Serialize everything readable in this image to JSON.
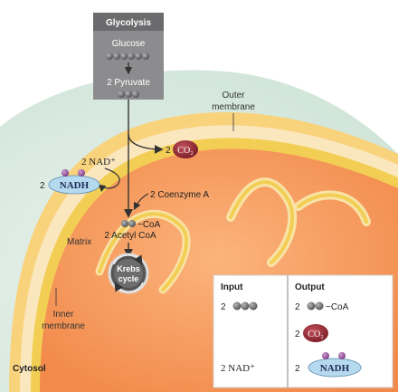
{
  "glycolysis": {
    "title": "Glycolysis",
    "glucose": "Glucose",
    "pyruvate": "2 Pyruvate"
  },
  "labels": {
    "outer_membrane_1": "Outer",
    "outer_membrane_2": "membrane",
    "co2_prefix": "2",
    "co2_symbol": "CO₂",
    "nad_plus": "2 NAD⁺",
    "nadh_prefix": "2",
    "nadh": "NADH",
    "coenzyme_a": "2 Coenzyme A",
    "coa": "~CoA",
    "acetyl_coa": "2 Acetyl CoA",
    "matrix": "Matrix",
    "krebs_1": "Krebs",
    "krebs_2": "cycle",
    "inner_membrane_1": "Inner",
    "inner_membrane_2": "membrane",
    "cytosol": "Cytosol"
  },
  "summary_table": {
    "input_header": "Input",
    "output_header": "Output",
    "input_pyruvate_prefix": "2",
    "input_nad": "2 NAD⁺",
    "output_coa_prefix": "2",
    "output_coa": "~CoA",
    "output_co2_prefix": "2",
    "output_co2": "CO₂",
    "output_nadh_prefix": "2",
    "output_nadh": "NADH"
  },
  "colors": {
    "glycolysis_box": "#8c8c8e",
    "glycolysis_header": "#6b6b6d",
    "mitochondrion_matrix": "#f6a064",
    "intermembrane": "#fbe6b8",
    "inner_membrane": "#f3d35a",
    "cytosol_bg": "#d4e6da",
    "co2_red": "#8f2630",
    "nadh_blue": "#b5d9ef",
    "nadh_purple": "#a35aa6",
    "molecule_gray": "#6f6f72"
  }
}
